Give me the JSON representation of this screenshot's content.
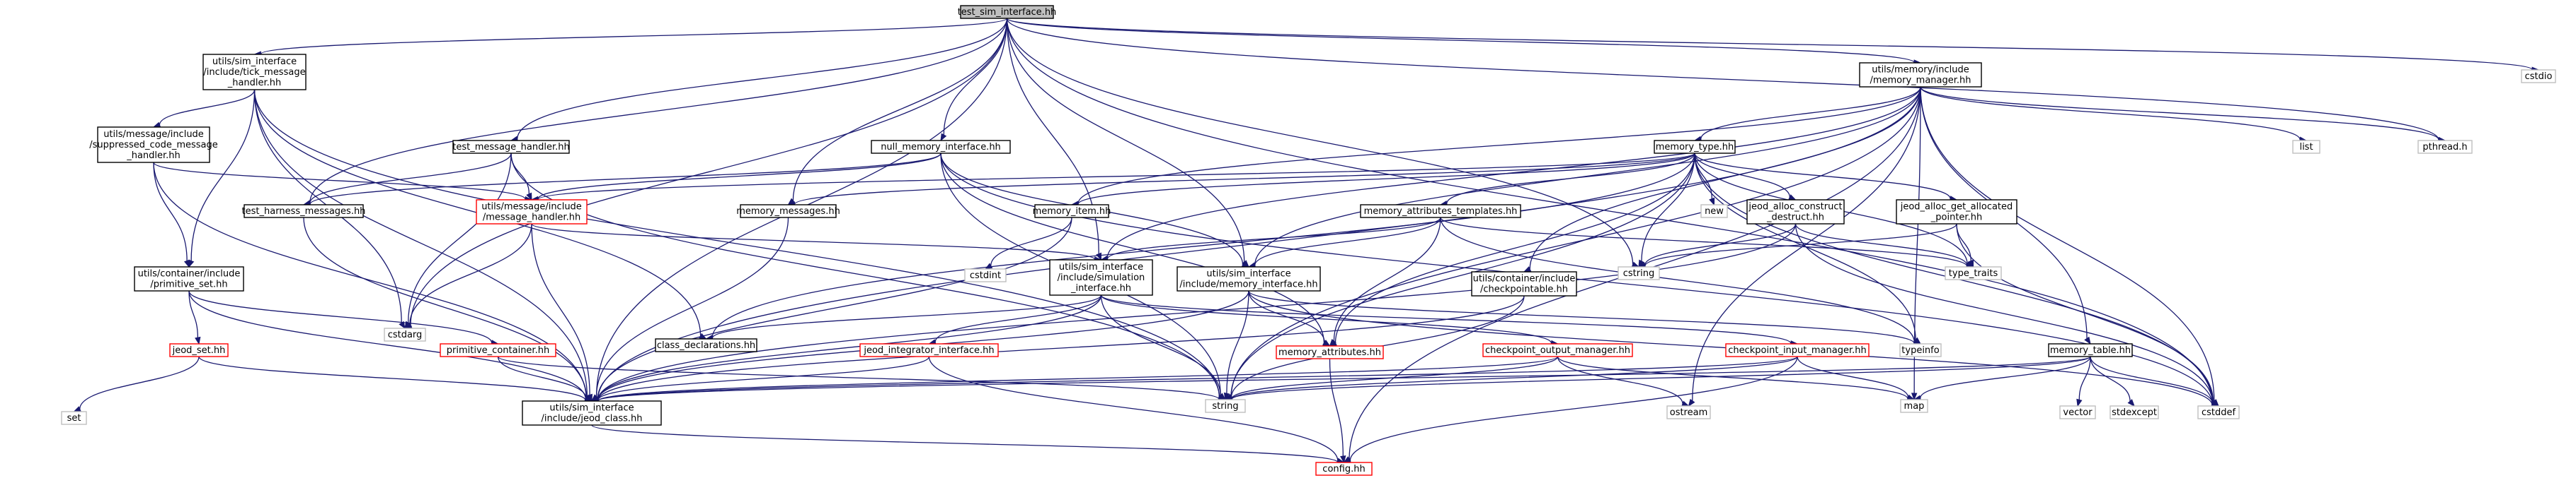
{
  "colors": {
    "edge": "#191970",
    "root_fill": "#bfbfbf",
    "node_fill": "#ffffff",
    "border_doc": "#000000",
    "border_undoc": "#ff0000",
    "border_sys": "#bfbfbf",
    "red_text": "#ff0000"
  },
  "nodes": [
    {
      "id": "root",
      "kind": "root",
      "lines": [
        "test_sim_interface.hh"
      ]
    },
    {
      "id": "tick",
      "kind": "doc",
      "lines": [
        "utils/sim_interface",
        "/include/tick_message",
        "_handler.hh"
      ]
    },
    {
      "id": "memmgr",
      "kind": "doc",
      "lines": [
        "utils/memory/include",
        "/memory_manager.hh"
      ]
    },
    {
      "id": "cstdio",
      "kind": "sys",
      "lines": [
        "cstdio"
      ]
    },
    {
      "id": "suppr",
      "kind": "doc",
      "lines": [
        "utils/message/include",
        "/suppressed_code_message",
        "_handler.hh"
      ]
    },
    {
      "id": "tmh",
      "kind": "doc",
      "lines": [
        "test_message_handler.hh"
      ]
    },
    {
      "id": "nullmi",
      "kind": "doc",
      "lines": [
        "null_memory_interface.hh"
      ]
    },
    {
      "id": "memtype",
      "kind": "doc",
      "lines": [
        "memory_type.hh"
      ]
    },
    {
      "id": "list",
      "kind": "sys",
      "lines": [
        "list"
      ]
    },
    {
      "id": "pthread",
      "kind": "sys",
      "lines": [
        "pthread.h"
      ]
    },
    {
      "id": "thm",
      "kind": "doc",
      "lines": [
        "test_harness_messages.hh"
      ]
    },
    {
      "id": "msgh",
      "kind": "undoc",
      "lines": [
        "utils/message/include",
        "/message_handler.hh"
      ]
    },
    {
      "id": "memmsg",
      "kind": "doc",
      "lines": [
        "memory_messages.hh"
      ]
    },
    {
      "id": "memitem",
      "kind": "doc",
      "lines": [
        "memory_item.hh"
      ]
    },
    {
      "id": "memattrt",
      "kind": "doc",
      "lines": [
        "memory_attributes_templates.hh"
      ]
    },
    {
      "id": "new",
      "kind": "sys",
      "lines": [
        "new"
      ]
    },
    {
      "id": "jacd",
      "kind": "doc",
      "lines": [
        "jeod_alloc_construct",
        "_destruct.hh"
      ]
    },
    {
      "id": "jaga",
      "kind": "doc",
      "lines": [
        "jeod_alloc_get_allocated",
        "_pointer.hh"
      ]
    },
    {
      "id": "primset",
      "kind": "doc",
      "lines": [
        "utils/container/include",
        "/primitive_set.hh"
      ]
    },
    {
      "id": "cstdint",
      "kind": "sys",
      "lines": [
        "cstdint"
      ]
    },
    {
      "id": "siminter",
      "kind": "doc",
      "lines": [
        "utils/sim_interface",
        "/include/simulation",
        "_interface.hh"
      ]
    },
    {
      "id": "meminter",
      "kind": "doc",
      "lines": [
        "utils/sim_interface",
        "/include/memory_interface.hh"
      ]
    },
    {
      "id": "cstring",
      "kind": "sys",
      "lines": [
        "cstring"
      ]
    },
    {
      "id": "typetr",
      "kind": "sys",
      "lines": [
        "type_traits"
      ]
    },
    {
      "id": "checkpt",
      "kind": "doc",
      "lines": [
        "utils/container/include",
        "/checkpointable.hh"
      ]
    },
    {
      "id": "cstdarg",
      "kind": "sys",
      "lines": [
        "cstdarg"
      ]
    },
    {
      "id": "jeodset",
      "kind": "undoc",
      "lines": [
        "jeod_set.hh"
      ]
    },
    {
      "id": "primcont",
      "kind": "undoc",
      "lines": [
        "primitive_container.hh"
      ]
    },
    {
      "id": "classdecl",
      "kind": "doc",
      "lines": [
        "class_declarations.hh"
      ]
    },
    {
      "id": "jintinter",
      "kind": "undoc",
      "lines": [
        "jeod_integrator_interface.hh"
      ]
    },
    {
      "id": "memattr",
      "kind": "undoc",
      "lines": [
        "memory_attributes.hh"
      ]
    },
    {
      "id": "cpout",
      "kind": "undoc",
      "lines": [
        "checkpoint_output_manager.hh"
      ]
    },
    {
      "id": "cpin",
      "kind": "undoc",
      "lines": [
        "checkpoint_input_manager.hh"
      ]
    },
    {
      "id": "typeinfo",
      "kind": "sys",
      "lines": [
        "typeinfo"
      ]
    },
    {
      "id": "memtable",
      "kind": "doc",
      "lines": [
        "memory_table.hh"
      ]
    },
    {
      "id": "set",
      "kind": "sys",
      "lines": [
        "set"
      ]
    },
    {
      "id": "jeodclass",
      "kind": "doc",
      "lines": [
        "utils/sim_interface",
        "/include/jeod_class.hh"
      ]
    },
    {
      "id": "string",
      "kind": "sys",
      "lines": [
        "string"
      ]
    },
    {
      "id": "ostream",
      "kind": "sys",
      "lines": [
        "ostream"
      ]
    },
    {
      "id": "map",
      "kind": "sys",
      "lines": [
        "map"
      ]
    },
    {
      "id": "vector",
      "kind": "sys",
      "lines": [
        "vector"
      ]
    },
    {
      "id": "stdexcept",
      "kind": "sys",
      "lines": [
        "stdexcept"
      ]
    },
    {
      "id": "cstddef",
      "kind": "sys",
      "lines": [
        "cstddef"
      ]
    },
    {
      "id": "config",
      "kind": "undoc",
      "lines": [
        "config.hh"
      ]
    }
  ],
  "edges": [
    [
      "root",
      "tick"
    ],
    [
      "root",
      "memmgr"
    ],
    [
      "root",
      "cstdio"
    ],
    [
      "root",
      "tmh"
    ],
    [
      "root",
      "nullmi"
    ],
    [
      "root",
      "memmsg"
    ],
    [
      "root",
      "siminter"
    ],
    [
      "root",
      "meminter"
    ],
    [
      "root",
      "cstring"
    ],
    [
      "root",
      "pthread"
    ],
    [
      "root",
      "cstddef"
    ],
    [
      "root",
      "jeodclass"
    ],
    [
      "root",
      "thm"
    ],
    [
      "root",
      "cstdarg"
    ],
    [
      "tick",
      "suppr"
    ],
    [
      "tick",
      "primset"
    ],
    [
      "tick",
      "cstdarg"
    ],
    [
      "tick",
      "jeodclass"
    ],
    [
      "tick",
      "string"
    ],
    [
      "tick",
      "classdecl"
    ],
    [
      "suppr",
      "msgh"
    ],
    [
      "suppr",
      "primset"
    ],
    [
      "suppr",
      "jeodclass"
    ],
    [
      "tmh",
      "thm"
    ],
    [
      "tmh",
      "msgh"
    ],
    [
      "tmh",
      "cstdarg"
    ],
    [
      "tmh",
      "string"
    ],
    [
      "nullmi",
      "thm"
    ],
    [
      "nullmi",
      "msgh"
    ],
    [
      "nullmi",
      "meminter"
    ],
    [
      "nullmi",
      "memattr"
    ],
    [
      "nullmi",
      "string"
    ],
    [
      "nullmi",
      "cstddef"
    ],
    [
      "thm",
      "jeodclass"
    ],
    [
      "msgh",
      "cstdarg"
    ],
    [
      "msgh",
      "siminter"
    ],
    [
      "msgh",
      "jeodclass"
    ],
    [
      "memmsg",
      "jeodclass"
    ],
    [
      "memmgr",
      "memtype"
    ],
    [
      "memmgr",
      "list"
    ],
    [
      "memmgr",
      "pthread"
    ],
    [
      "memmgr",
      "memitem"
    ],
    [
      "memmgr",
      "siminter"
    ],
    [
      "memmgr",
      "meminter"
    ],
    [
      "memmgr",
      "checkpt"
    ],
    [
      "memmgr",
      "memtable"
    ],
    [
      "memmgr",
      "cstddef"
    ],
    [
      "memmgr",
      "string"
    ],
    [
      "memmgr",
      "map"
    ],
    [
      "memmgr",
      "ostream"
    ],
    [
      "memmgr",
      "config"
    ],
    [
      "memmgr",
      "jeodclass"
    ],
    [
      "memtype",
      "memmsg"
    ],
    [
      "memtype",
      "memitem"
    ],
    [
      "memtype",
      "memattrt"
    ],
    [
      "memtype",
      "new"
    ],
    [
      "memtype",
      "jacd"
    ],
    [
      "memtype",
      "jaga"
    ],
    [
      "memtype",
      "cstring"
    ],
    [
      "memtype",
      "typetr"
    ],
    [
      "memtype",
      "typeinfo"
    ],
    [
      "memtype",
      "cstddef"
    ],
    [
      "memtype",
      "memattr"
    ],
    [
      "memtype",
      "string"
    ],
    [
      "memtype",
      "msgh"
    ],
    [
      "memtype",
      "classdecl"
    ],
    [
      "memitem",
      "cstdint"
    ],
    [
      "memitem",
      "jeodclass"
    ],
    [
      "memattrt",
      "siminter"
    ],
    [
      "memattrt",
      "meminter"
    ],
    [
      "memattrt",
      "memattr"
    ],
    [
      "memattrt",
      "typetr"
    ],
    [
      "memattrt",
      "typeinfo"
    ],
    [
      "jacd",
      "cstring"
    ],
    [
      "jacd",
      "typetr"
    ],
    [
      "jacd",
      "cstddef"
    ],
    [
      "jacd",
      "jeodclass"
    ],
    [
      "jaga",
      "cstring"
    ],
    [
      "jaga",
      "typetr"
    ],
    [
      "jaga",
      "cstddef"
    ],
    [
      "primset",
      "jeodset"
    ],
    [
      "primset",
      "primcont"
    ],
    [
      "primset",
      "jeodclass"
    ],
    [
      "siminter",
      "classdecl"
    ],
    [
      "siminter",
      "jintinter"
    ],
    [
      "siminter",
      "cpout"
    ],
    [
      "siminter",
      "cpin"
    ],
    [
      "siminter",
      "string"
    ],
    [
      "siminter",
      "jeodclass"
    ],
    [
      "meminter",
      "memattr"
    ],
    [
      "meminter",
      "typeinfo"
    ],
    [
      "meminter",
      "cstddef"
    ],
    [
      "meminter",
      "string"
    ],
    [
      "meminter",
      "jeodclass"
    ],
    [
      "checkpt",
      "jeodclass"
    ],
    [
      "checkpt",
      "string"
    ],
    [
      "jeodset",
      "set"
    ],
    [
      "jeodset",
      "jeodclass"
    ],
    [
      "primcont",
      "jeodclass"
    ],
    [
      "primcont",
      "string"
    ],
    [
      "jintinter",
      "jeodclass"
    ],
    [
      "jintinter",
      "config"
    ],
    [
      "memattr",
      "config"
    ],
    [
      "cpout",
      "ostream"
    ],
    [
      "cpout",
      "map"
    ],
    [
      "cpout",
      "string"
    ],
    [
      "cpout",
      "jeodclass"
    ],
    [
      "cpin",
      "map"
    ],
    [
      "cpin",
      "string"
    ],
    [
      "cpin",
      "config"
    ],
    [
      "cpin",
      "jeodclass"
    ],
    [
      "memtable",
      "map"
    ],
    [
      "memtable",
      "vector"
    ],
    [
      "memtable",
      "stdexcept"
    ],
    [
      "memtable",
      "cstddef"
    ],
    [
      "memtable",
      "string"
    ],
    [
      "memtable",
      "jeodclass"
    ],
    [
      "jeodclass",
      "config"
    ]
  ]
}
